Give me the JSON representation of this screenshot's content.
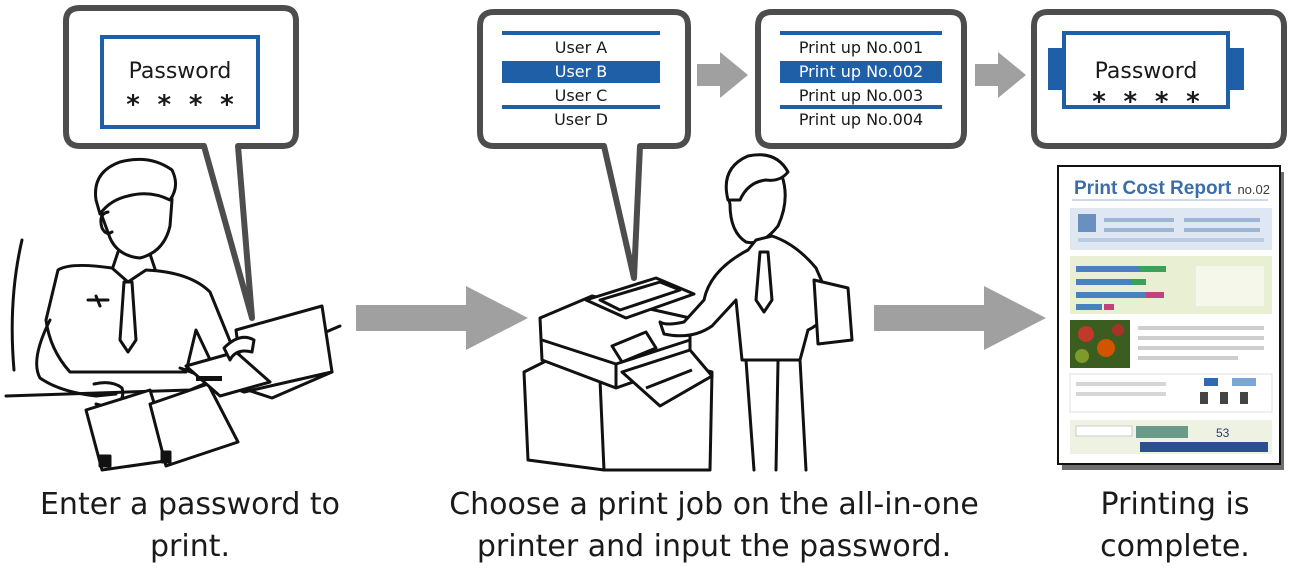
{
  "colors": {
    "accent_blue": "#1f5fa8",
    "bubble_border": "#4d4d4d",
    "arrow_gray": "#a0a0a0",
    "line_black": "#111111"
  },
  "step1": {
    "password_label": "Password",
    "password_mask": "* * * *",
    "caption": "Enter a password to print."
  },
  "step2": {
    "users": [
      {
        "label": "User A",
        "selected": false
      },
      {
        "label": "User B",
        "selected": true
      },
      {
        "label": "User C",
        "selected": false
      },
      {
        "label": "User D",
        "selected": false
      }
    ],
    "jobs": [
      {
        "label": "Print up No.001",
        "selected": false
      },
      {
        "label": "Print up No.002",
        "selected": true
      },
      {
        "label": "Print up No.003",
        "selected": false
      },
      {
        "label": "Print up No.004",
        "selected": false
      }
    ],
    "password_label": "Password",
    "password_mask": "* * * *",
    "caption_line1": "Choose a print job on the all-in-one",
    "caption_line2": "printer and input the password."
  },
  "step3": {
    "report_title": "Print Cost Report",
    "report_number": "no.02",
    "report_value": "53",
    "caption_line1": "Printing is",
    "caption_line2": "complete."
  },
  "icons": [
    "speech-bubble-icon",
    "right-arrow-icon",
    "laptop-icon",
    "printer-icon",
    "person-icon",
    "document-icon"
  ]
}
